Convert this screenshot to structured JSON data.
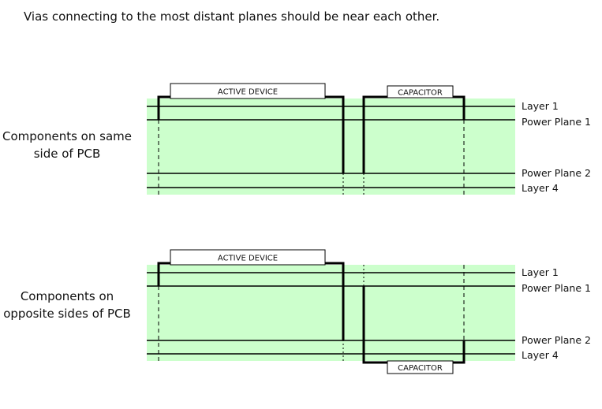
{
  "title": "Vias connecting to the most distant planes should be near each other.",
  "panels": [
    {
      "side_label": "Components on same side of PCB",
      "layers": [
        "Layer 1",
        "Power Plane 1",
        "Power Plane 2",
        "Layer 4"
      ],
      "active_device": "ACTIVE DEVICE",
      "capacitor": "CAPACITOR",
      "capacitor_side": "top"
    },
    {
      "side_label": "Components on opposite sides of PCB",
      "layers": [
        "Layer 1",
        "Power Plane 1",
        "Power Plane 2",
        "Layer 4"
      ],
      "active_device": "ACTIVE DEVICE",
      "capacitor": "CAPACITOR",
      "capacitor_side": "bottom"
    }
  ],
  "colors": {
    "board_fill": "#ccffcc",
    "line": "#000000"
  }
}
